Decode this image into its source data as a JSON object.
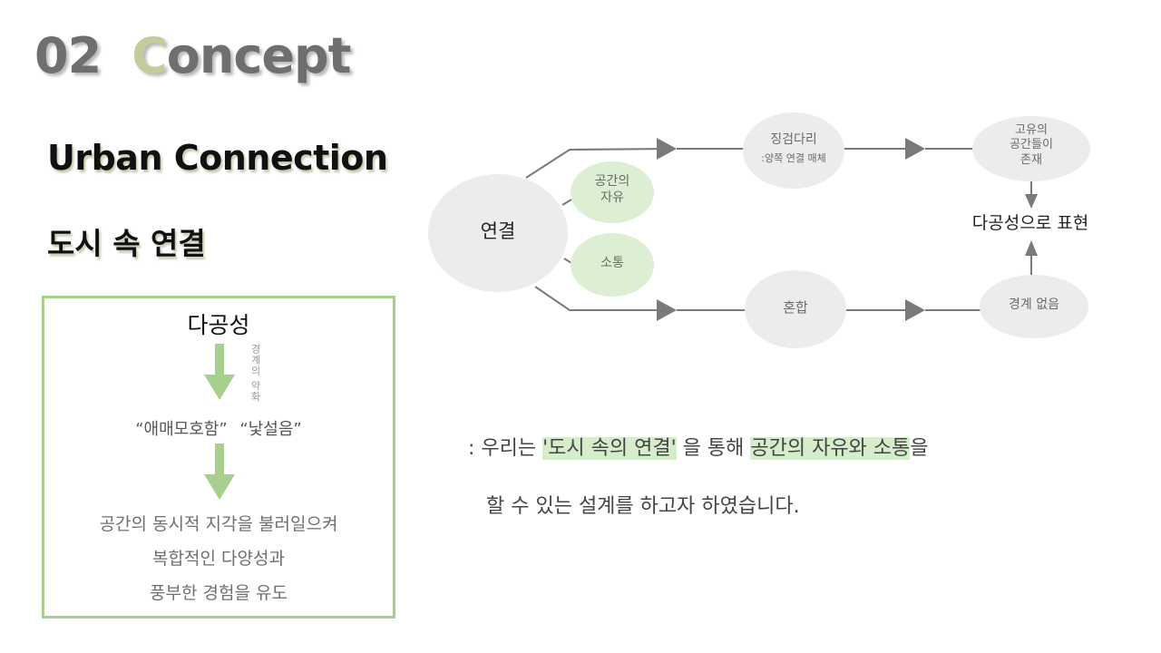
{
  "header": {
    "number": "02",
    "title_first_letter": "C",
    "title_rest": "oncept",
    "subtitle_en": "Urban Connection",
    "subtitle_ko": "도시 속 연결"
  },
  "left_box": {
    "heading": "다공성",
    "side_note": "경계의 약화",
    "quote_1": "“애매모호함”",
    "quote_2": "“낯설음”",
    "lines": [
      "공간의 동시적 지각을 불러일으켜",
      "복합적인 다양성과",
      "풍부한 경험을 유도"
    ]
  },
  "diagram": {
    "center": "연결",
    "upper_node_1": "공간의",
    "upper_node_2": "자유",
    "lower_node": "소통",
    "top_mid_1": "징검다리",
    "top_mid_2": ":양쪽 연결 매체",
    "top_right_1": "고유의",
    "top_right_2": "공간들이",
    "top_right_3": "존재",
    "result": "다공성으로 표현",
    "bottom_mid": "혼합",
    "bottom_right": "경계 없음"
  },
  "description": {
    "prefix": ": 우리는 ",
    "highlight_1": "'도시 속의 연결'",
    "middle": " 을 통해 ",
    "highlight_2": "공간의 자유와 소통",
    "suffix": "을",
    "line_2": "할 수 있는 설계를 하고자 하였습니다."
  },
  "colors": {
    "accent_green": "#a8d08d",
    "highlight_green": "#d6edcc",
    "node_grey": "#ececec",
    "node_green": "#dcefd2",
    "arrow_grey": "#7a7a7a"
  }
}
